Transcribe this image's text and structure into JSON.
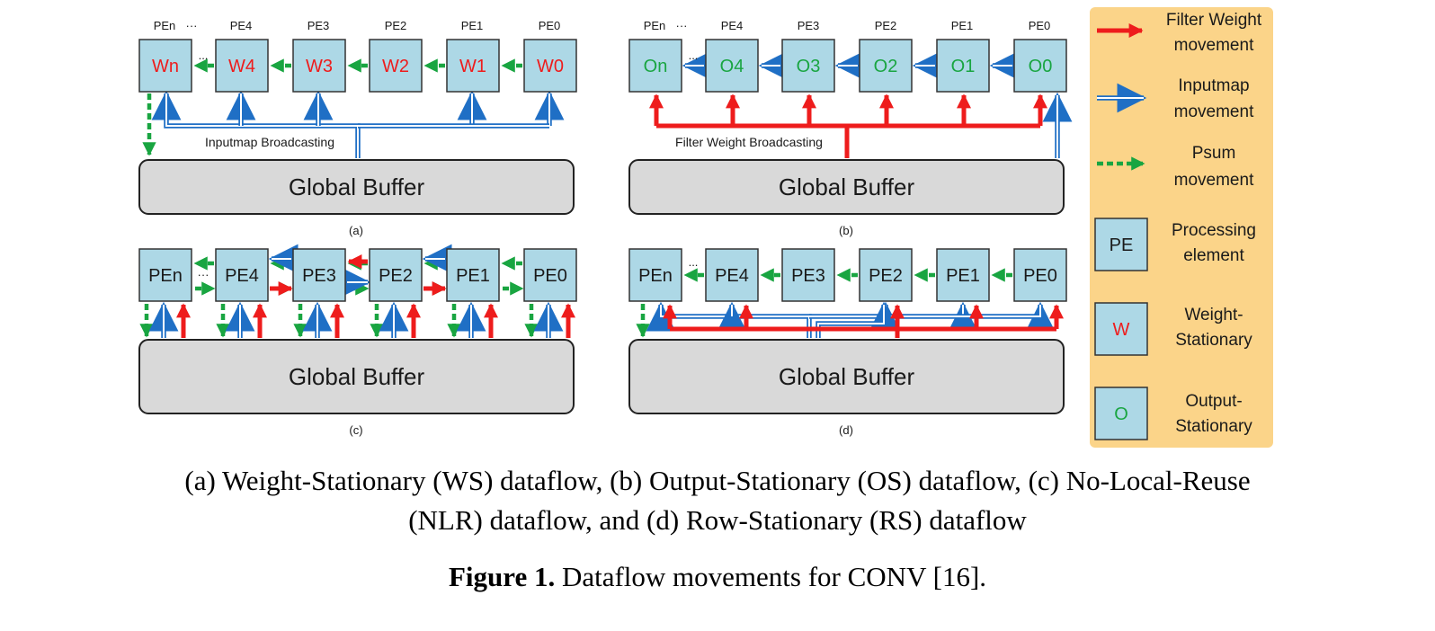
{
  "colors": {
    "pe_fill": "#add8e6",
    "buffer_fill": "#d9d9d9",
    "legend_bg": "#fbd489",
    "weight": "#ee1c1c",
    "input": "#1f6fc5",
    "psum": "#19a541",
    "output_text": "#19a541"
  },
  "panels": {
    "a": {
      "header": [
        "PEn",
        "···",
        "PE4",
        "PE3",
        "PE2",
        "PE1",
        "PE0"
      ],
      "boxes": [
        "Wn",
        "W4",
        "W3",
        "W2",
        "W1",
        "W0"
      ],
      "label": "Inputmap Broadcasting",
      "buffer": "Global Buffer",
      "sub": "(a)"
    },
    "b": {
      "header": [
        "PEn",
        "···",
        "PE4",
        "PE3",
        "PE2",
        "PE1",
        "PE0"
      ],
      "boxes": [
        "On",
        "O4",
        "O3",
        "O2",
        "O1",
        "O0"
      ],
      "label": "Filter Weight Broadcasting",
      "buffer": "Global Buffer",
      "sub": "(b)"
    },
    "c": {
      "boxes": [
        "PEn",
        "PE4",
        "PE3",
        "PE2",
        "PE1",
        "PE0"
      ],
      "buffer": "Global Buffer",
      "sub": "(c)"
    },
    "d": {
      "boxes": [
        "PEn",
        "PE4",
        "PE3",
        "PE2",
        "PE1",
        "PE0"
      ],
      "buffer": "Global Buffer",
      "sub": "(d)"
    },
    "dots": "···",
    "dots_plain": "..."
  },
  "legend": {
    "weight": [
      "Filter Weight",
      "movement"
    ],
    "input": [
      "Inputmap",
      "movement"
    ],
    "psum": [
      "Psum",
      "movement"
    ],
    "pe": [
      "Processing",
      "element"
    ],
    "pe_box": "PE",
    "ws": [
      "Weight-",
      "Stationary"
    ],
    "ws_box": "W",
    "os": [
      "Output-",
      "Stationary"
    ],
    "os_box": "O"
  },
  "caption": {
    "line1": "(a) Weight-Stationary (WS) dataflow, (b) Output-Stationary (OS) dataflow, (c) No-Local-Reuse",
    "line2": "(NLR) dataflow, and (d) Row-Stationary (RS) dataflow",
    "fig_label": "Figure 1.",
    "fig_text": " Dataflow movements for CONV [16]."
  }
}
